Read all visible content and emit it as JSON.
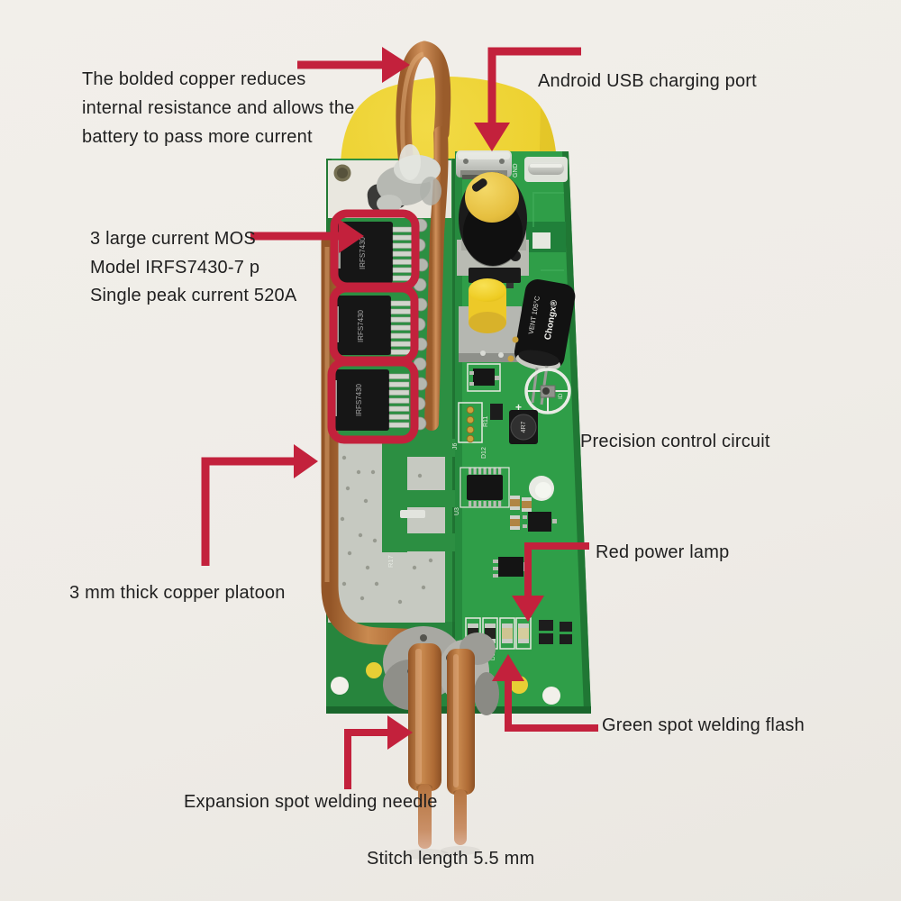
{
  "figure": "Annotated product diagram of a DIY battery spot-welding machine PCB",
  "annotations": {
    "copper_note": {
      "lines": [
        "The bolded copper reduces",
        "internal resistance and allows the",
        "battery to pass more current"
      ]
    },
    "usb_label": "Android USB charging port",
    "mos_note": {
      "lines": [
        "3 large current MOS",
        "Model IRFS7430-7 p",
        "Single peak current 520A"
      ]
    },
    "precision_label": "Precision control circuit",
    "copper_platoon_label": "3 mm thick copper platoon",
    "red_lamp_label": "Red power lamp",
    "green_flash_label": "Green spot welding flash",
    "needle_label": "Expansion spot welding needle",
    "stitch_label": "Stitch length 5.5 mm"
  },
  "board": {
    "mosfet_marking": "IRFS7430",
    "capacitor_brand": "Chongx®",
    "capacitor_marking": "VENT 105°C",
    "silkscreen": {
      "gnd": "GND",
      "u3": "U3",
      "j6": "J6",
      "r11": "R11",
      "d12": "D12",
      "r17": "R17",
      "d14": "D14",
      "inductor": "4R7",
      "id": "ID",
      "plus": "+"
    }
  },
  "colors": {
    "arrow_red": "#c3213c",
    "pcb_green": "#2f9a47",
    "pcb_green_dark": "#27843d",
    "battery_yellow": "#ecd02d",
    "copper": "#b97a42",
    "tinned_silver": "#c6c9c1"
  }
}
